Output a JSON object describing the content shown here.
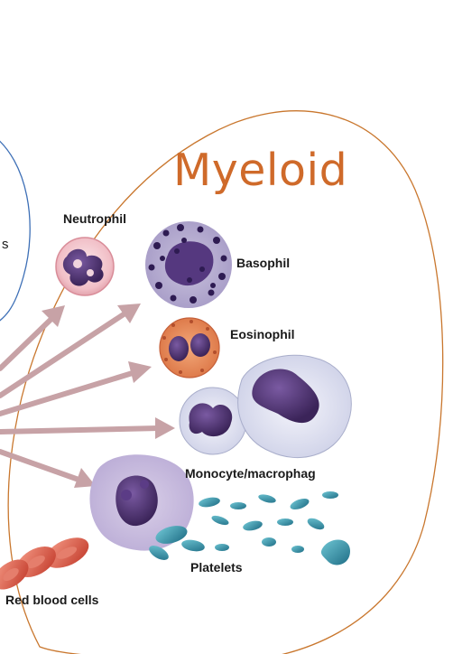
{
  "title": "Myeloid",
  "left_fragment": "s",
  "cells": {
    "neutrophil": "Neutrophil",
    "basophil": "Basophil",
    "eosinophil": "Eosinophil",
    "monocyte": "Monocyte/macrophag",
    "platelets": "Platelets",
    "red_blood_cells": "Red blood cells"
  },
  "colors": {
    "myeloid_outline": "#c9772e",
    "left_outline": "#3d6fb6",
    "title": "#cf6a2a",
    "arrow": "#c7a2a6",
    "nucleus": "#4b2f6e"
  },
  "icons": [
    "arrow-icon",
    "cell-icon",
    "platelet-icon",
    "red-blood-cell-icon"
  ]
}
